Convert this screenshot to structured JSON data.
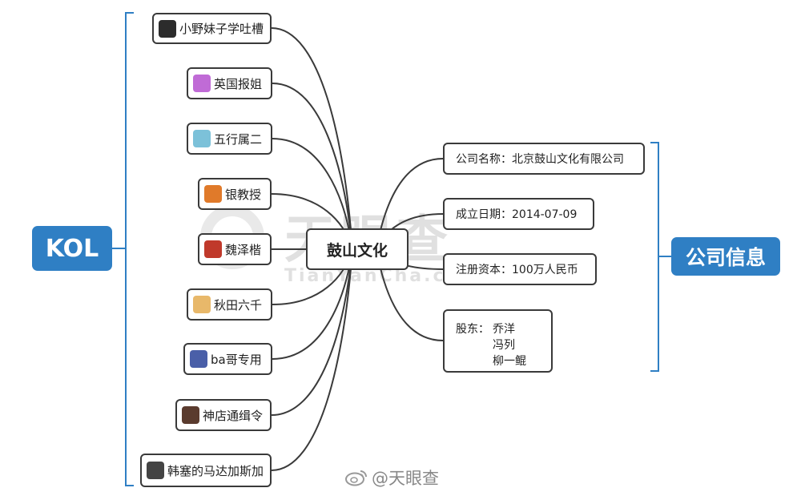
{
  "center": {
    "label": "鼓山文化"
  },
  "left_tag": {
    "label": "KOL"
  },
  "right_tag": {
    "label": "公司信息"
  },
  "kols": [
    {
      "label": "小野妹子学吐槽",
      "avatar_icon": "cartoon-girl-avatar-icon",
      "avatar_color": "#2c2c2c"
    },
    {
      "label": "英国报姐",
      "avatar_icon": "pink-cartoon-avatar-icon",
      "avatar_color": "#c06bd6"
    },
    {
      "label": "五行属二",
      "avatar_icon": "cartoon-face-avatar-icon",
      "avatar_color": "#7cc1d9"
    },
    {
      "label": "银教授",
      "avatar_icon": "orange-character-avatar-icon",
      "avatar_color": "#e07a2a"
    },
    {
      "label": "魏泽楷",
      "avatar_icon": "red-seal-avatar-icon",
      "avatar_color": "#c0392b"
    },
    {
      "label": "秋田六千",
      "avatar_icon": "cartoon-cat-avatar-icon",
      "avatar_color": "#e8b86a"
    },
    {
      "label": "ba哥专用",
      "avatar_icon": "cartoon-man-avatar-icon",
      "avatar_color": "#4a5fa8"
    },
    {
      "label": "神店通缉令",
      "avatar_icon": "dark-photo-avatar-icon",
      "avatar_color": "#5a3b2e"
    },
    {
      "label": "韩塞的马达加斯加",
      "avatar_icon": "bw-photo-avatar-icon",
      "avatar_color": "#444444"
    }
  ],
  "company_info": {
    "name": "公司名称：北京鼓山文化有限公司",
    "founded": "成立日期：2014-07-09",
    "capital": "注册资本：100万人民币",
    "shareholders_label": "股东：",
    "shareholders": [
      "乔洋",
      "冯列",
      "柳一鲲"
    ]
  },
  "watermark": {
    "main": "天眼查",
    "sub": "TianYanCha.com"
  },
  "footer": {
    "text": "@天眼查",
    "icon": "weibo-icon"
  },
  "colors": {
    "tag": "#2f7fc4",
    "line": "#3a3a3a",
    "bracket": "#2f7fc4"
  }
}
